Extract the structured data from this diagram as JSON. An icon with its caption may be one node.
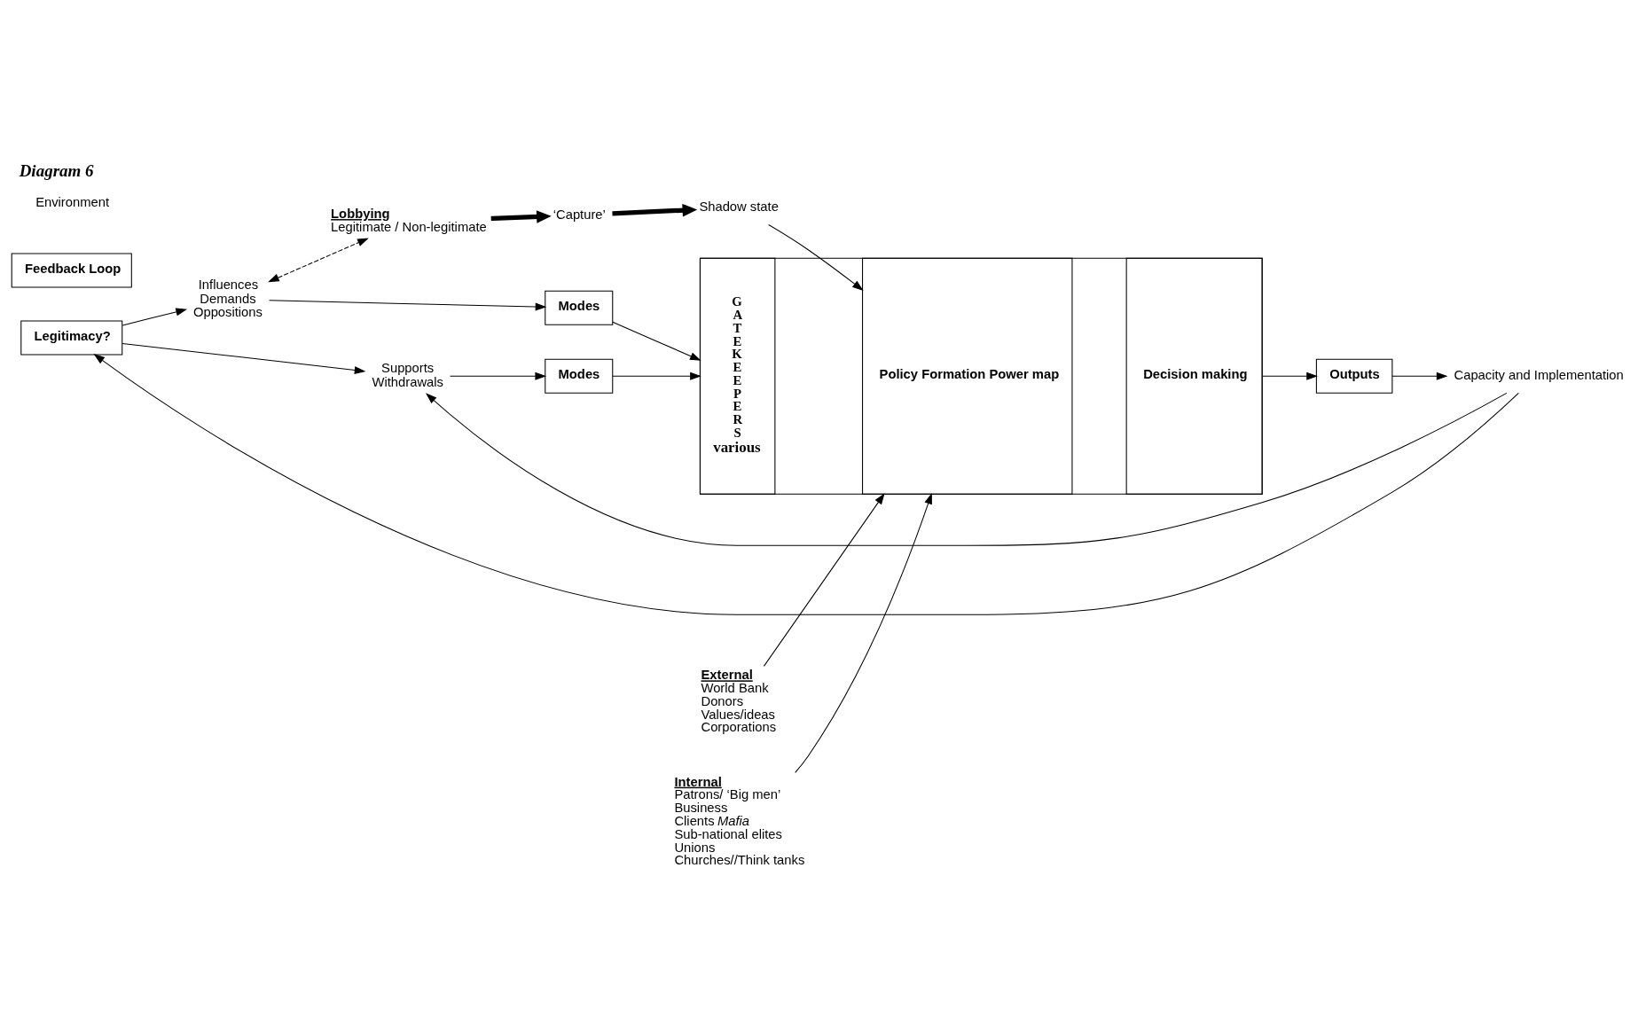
{
  "diagram": {
    "title": "Diagram 6",
    "nodes": [
      {
        "text": [
          "Lobbying",
          "Legitimate / Non-legitimate"
        ]
      },
      {
        "text": [
          "‘Capture’"
        ]
      },
      {
        "text": [
          "Shadow state"
        ]
      },
      {
        "text": [
          "External",
          "World Bank",
          "Donors",
          "Values/ideas",
          "Corporations"
        ]
      },
      {
        "text": [
          "Internal",
          "Patrons/ ‘Big men’",
          "Business",
          "Clients *Mafia*",
          "Sub-national elites",
          "Unions",
          "Churches//Think tanks"
        ]
      },
      {
        "text": [
          "Legitimacy?"
        ]
      },
      {
        "text": [
          "Influences",
          "Demands",
          "Oppositions"
        ]
      },
      {
        "text": [
          "Supports",
          "Withdrawals"
        ]
      },
      {
        "text": [
          "Modes"
        ]
      },
      {
        "text": [
          "Modes"
        ]
      },
      {
        "text": [],
        "shape": "box"
      },
      {
        "text": [
          "GATEKEEPERS",
          "various"
        ],
        "in": 10
      },
      {
        "text": [
          "Policy Formation Power map"
        ],
        "in": 10
      },
      {
        "text": [
          "Decision making"
        ],
        "in": 10
      },
      {
        "text": [
          "Outputs"
        ]
      },
      {
        "text": [
          "Capacity and Implementation"
        ]
      },
      {
        "text": [
          "Feedback Loop"
        ]
      }
    ],
    "edges": [
      {
        "from": 6,
        "to": 0,
        "arrow": "both",
        "style": "dashed"
      },
      {
        "from": 0,
        "to": 1,
        "arrow": "to",
        "style": "thick"
      },
      {
        "from": 1,
        "to": 2,
        "arrow": "to",
        "style": "thick"
      },
      {
        "from": 2,
        "to": 12,
        "arrow": "to"
      },
      {
        "from": 3,
        "to": 12,
        "arrow": "to"
      },
      {
        "from": 4,
        "to": 12,
        "arrow": "to"
      },
      {
        "from": 5,
        "to": 6,
        "arrow": "to"
      },
      {
        "from": 5,
        "to": 7,
        "arrow": "to"
      },
      {
        "from": 6,
        "to": 8,
        "arrow": "to"
      },
      {
        "from": 7,
        "to": 9,
        "arrow": "to"
      },
      {
        "from": 8,
        "to": 11,
        "arrow": "to"
      },
      {
        "from": 9,
        "to": 11,
        "arrow": "to"
      },
      {
        "from": 13,
        "to": 14,
        "arrow": "to"
      },
      {
        "from": 14,
        "to": 15,
        "arrow": "to"
      },
      {
        "from": 15,
        "to": 5,
        "arrow": "to"
      },
      {
        "from": 15,
        "to": 7,
        "arrow": "to"
      }
    ],
    "labels": [
      "Environment"
    ]
  }
}
